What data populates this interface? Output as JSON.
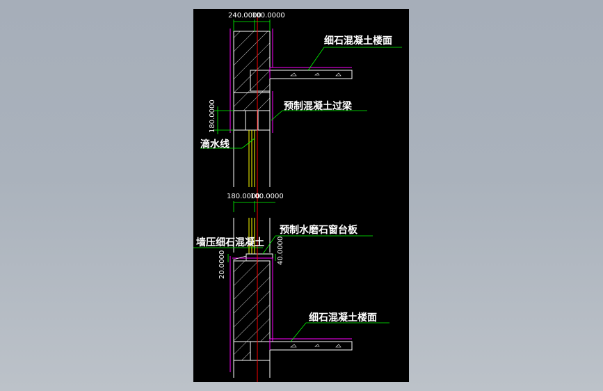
{
  "dimensions": {
    "top_wall_width": "240.0000",
    "top_offset": "100.0000",
    "lintel_height": "180.0000",
    "mid_wall_width": "180.0000",
    "mid_offset": "100.0000",
    "sill_offset_left": "20.0000",
    "sill_offset_right": "40.0000"
  },
  "labels": {
    "floor_top": "细石混凝土楼面",
    "lintel": "预制混凝土过梁",
    "drip_line": "滴水线",
    "sill_board": "预制水磨石窗台板",
    "wall_sill": "墙压细石混凝土",
    "floor_bottom": "细石混凝土楼面"
  },
  "colors": {
    "background_canvas": "#000000",
    "outer_bg": "#a9b1bb",
    "wall_lines": "#ffffff",
    "finish_lines": "#ff00ff",
    "axis_line": "#ff0000",
    "window_frame": "#ffff00",
    "leader_lines": "#00ff00"
  }
}
